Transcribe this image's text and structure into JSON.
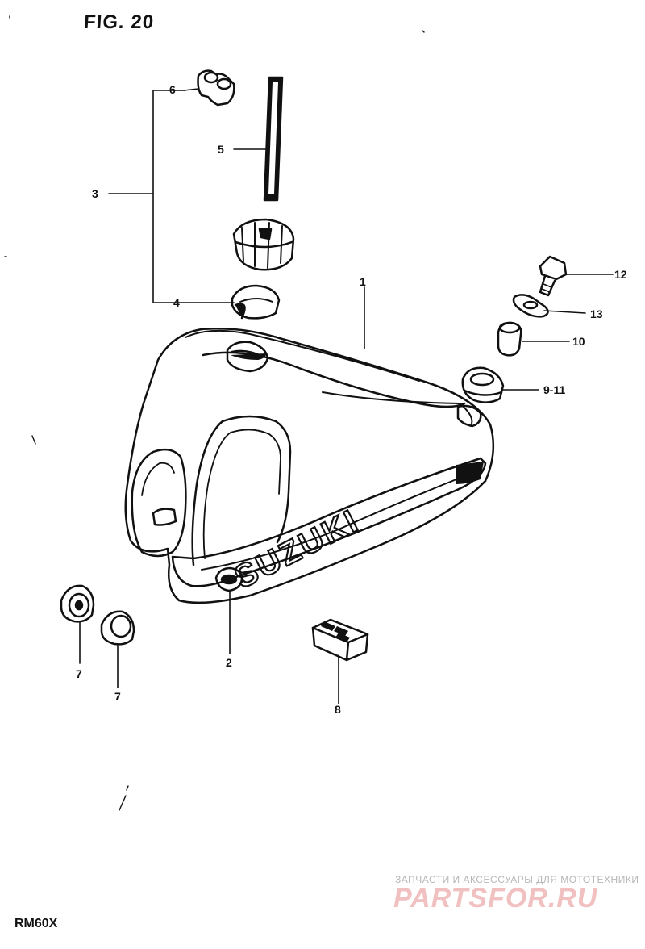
{
  "figure": {
    "title": "FIG. 20",
    "model_code": "RM60X"
  },
  "diagram": {
    "brand_mark": "SUZUKI",
    "callouts": [
      {
        "id": "c1",
        "label": "1"
      },
      {
        "id": "c2",
        "label": "2"
      },
      {
        "id": "c3",
        "label": "3"
      },
      {
        "id": "c4",
        "label": "4"
      },
      {
        "id": "c5",
        "label": "5"
      },
      {
        "id": "c6",
        "label": "6"
      },
      {
        "id": "c7a",
        "label": "7"
      },
      {
        "id": "c7b",
        "label": "7"
      },
      {
        "id": "c8",
        "label": "8"
      },
      {
        "id": "c9",
        "label": "9-11"
      },
      {
        "id": "c10",
        "label": "10"
      },
      {
        "id": "c12",
        "label": "12"
      },
      {
        "id": "c13",
        "label": "13"
      }
    ]
  },
  "watermark": {
    "caption": "ЗАПЧАСТИ И АКСЕССУАРЫ ДЛЯ МОТОТЕХНИКИ",
    "logo": "PARTSFOR.RU"
  },
  "colors": {
    "ink": "#111111",
    "watermark_logo": "#f1c0c0",
    "watermark_caption": "#b7b7b7"
  }
}
